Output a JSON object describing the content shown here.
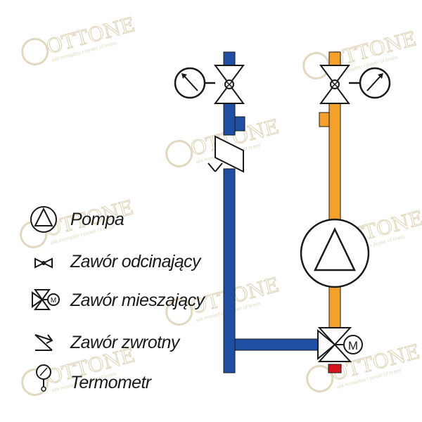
{
  "legend": {
    "items": [
      {
        "key": "pump",
        "label": "Pompa",
        "icon": "pump-icon"
      },
      {
        "key": "shutoff",
        "label": "Zawór odcinający",
        "icon": "shutoff-valve-icon"
      },
      {
        "key": "mixing",
        "label": "Zawór mieszający",
        "icon": "mixing-valve-icon"
      },
      {
        "key": "check",
        "label": "Zawór zwrotny",
        "icon": "check-valve-icon"
      },
      {
        "key": "thermometer",
        "label": "Termometr",
        "icon": "thermometer-icon"
      }
    ]
  },
  "watermark": {
    "brand": "OTTONE",
    "tagline": "siła mosiądzu • power of brass",
    "color": "#c9b98a"
  },
  "colors": {
    "return_pipe": "#1f4fa3",
    "supply_pipe": "#f5a02a",
    "outlet": "#d6141c",
    "stroke": "#1a1a1a"
  }
}
